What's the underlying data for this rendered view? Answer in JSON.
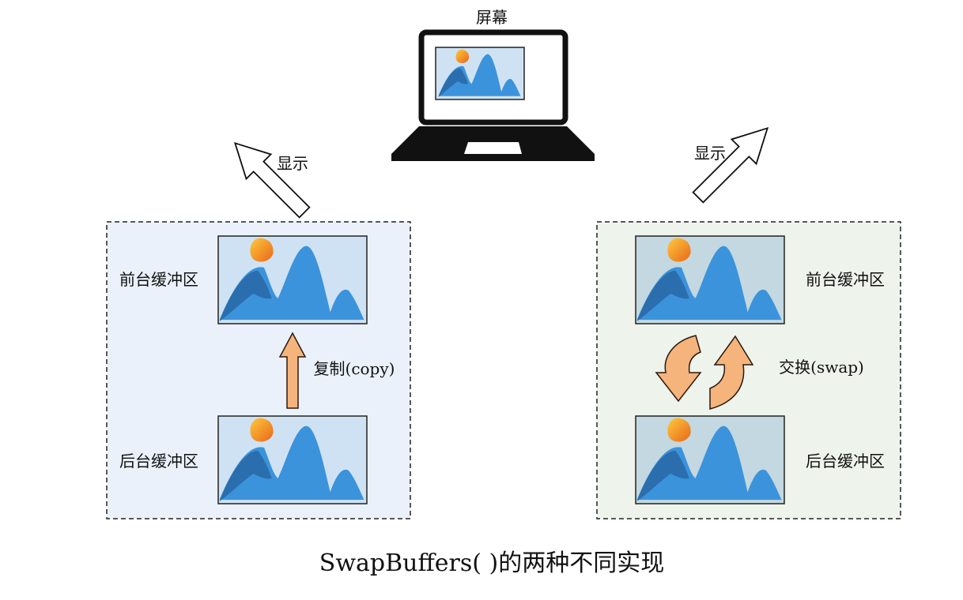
{
  "screen": {
    "label": "屏幕"
  },
  "left_panel": {
    "front_label": "前台缓冲区",
    "back_label": "后台缓冲区",
    "op_label": "复制(copy)",
    "display_label": "显示"
  },
  "right_panel": {
    "front_label": "前台缓冲区",
    "back_label": "后台缓冲区",
    "op_label": "交换(swap)",
    "display_label": "显示"
  },
  "caption": "SwapBuffers( )的两种不同实现",
  "colors": {
    "left_panel_bg": "#eaf1fb",
    "right_panel_bg": "#eef3ec",
    "image_bg_left": "#cfe2f3",
    "image_bg_right": "#c3d8e0",
    "mountain_back": "#3a8fd6",
    "mountain_front": "#2e6fb0",
    "sun_start": "#ffb62e",
    "sun_end": "#e8701b",
    "arrow_orange": "#f5b47c",
    "arrow_orange_stroke": "#2a1a10",
    "laptop": "#111111"
  },
  "icons": {
    "screen": "laptop-icon",
    "buffer_image": "landscape-picture-icon",
    "display_arrow": "outline-arrow-icon",
    "copy_arrow": "up-arrow-icon",
    "swap_arrows": "swap-arrows-icon"
  }
}
